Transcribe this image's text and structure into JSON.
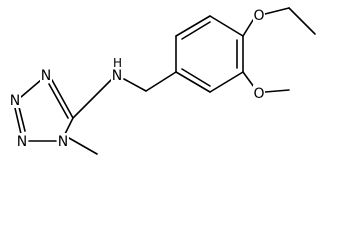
{
  "molecule": {
    "atom_labels": {
      "n_tet_1": "N",
      "n_tet_2": "N",
      "n_tet_3": "N",
      "n_tet_4": "N",
      "nh": "N",
      "h": "H",
      "o_ethoxy": "O",
      "o_methoxy": "O"
    }
  },
  "colors": {
    "bond": "#000000",
    "text": "#000000",
    "background": "#ffffff"
  }
}
